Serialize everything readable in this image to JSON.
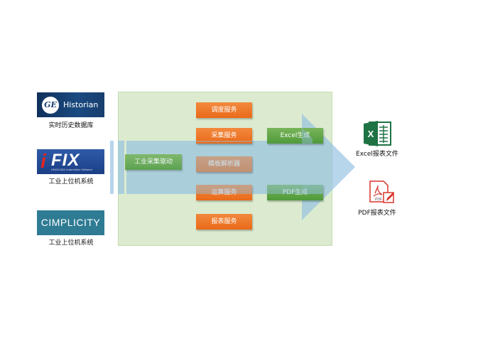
{
  "sources": [
    {
      "logo_text": "Historian",
      "logo_mark": "GE",
      "caption": "实时历史数据库"
    },
    {
      "logo_text": "FIX",
      "logo_prefix": "i",
      "logo_subtext": "HMI/SCADA Automation Software",
      "caption": "工业上位机系统"
    },
    {
      "logo_text": "CIMPLICITY",
      "caption": "工业上位机系统"
    }
  ],
  "driver": {
    "label": "工业采集驱动"
  },
  "services": [
    {
      "label": "调度服务"
    },
    {
      "label": "采集服务"
    },
    {
      "label": "模板解析器"
    },
    {
      "label": "运算服务"
    },
    {
      "label": "报表服务"
    }
  ],
  "generators": [
    {
      "label": "Excel生成"
    },
    {
      "label": "PDF生成"
    }
  ],
  "outputs": [
    {
      "label": "Excel报表文件",
      "icon_glyph": "X"
    },
    {
      "label": "PDF报表文件",
      "icon_glyph": "PDF"
    }
  ],
  "colors": {
    "panel": "#dcebd0",
    "arrow": "#91bee1",
    "service": "#ed7823",
    "generator": "#5fa544",
    "excel": "#1f7244",
    "pdf": "#d9362c"
  }
}
